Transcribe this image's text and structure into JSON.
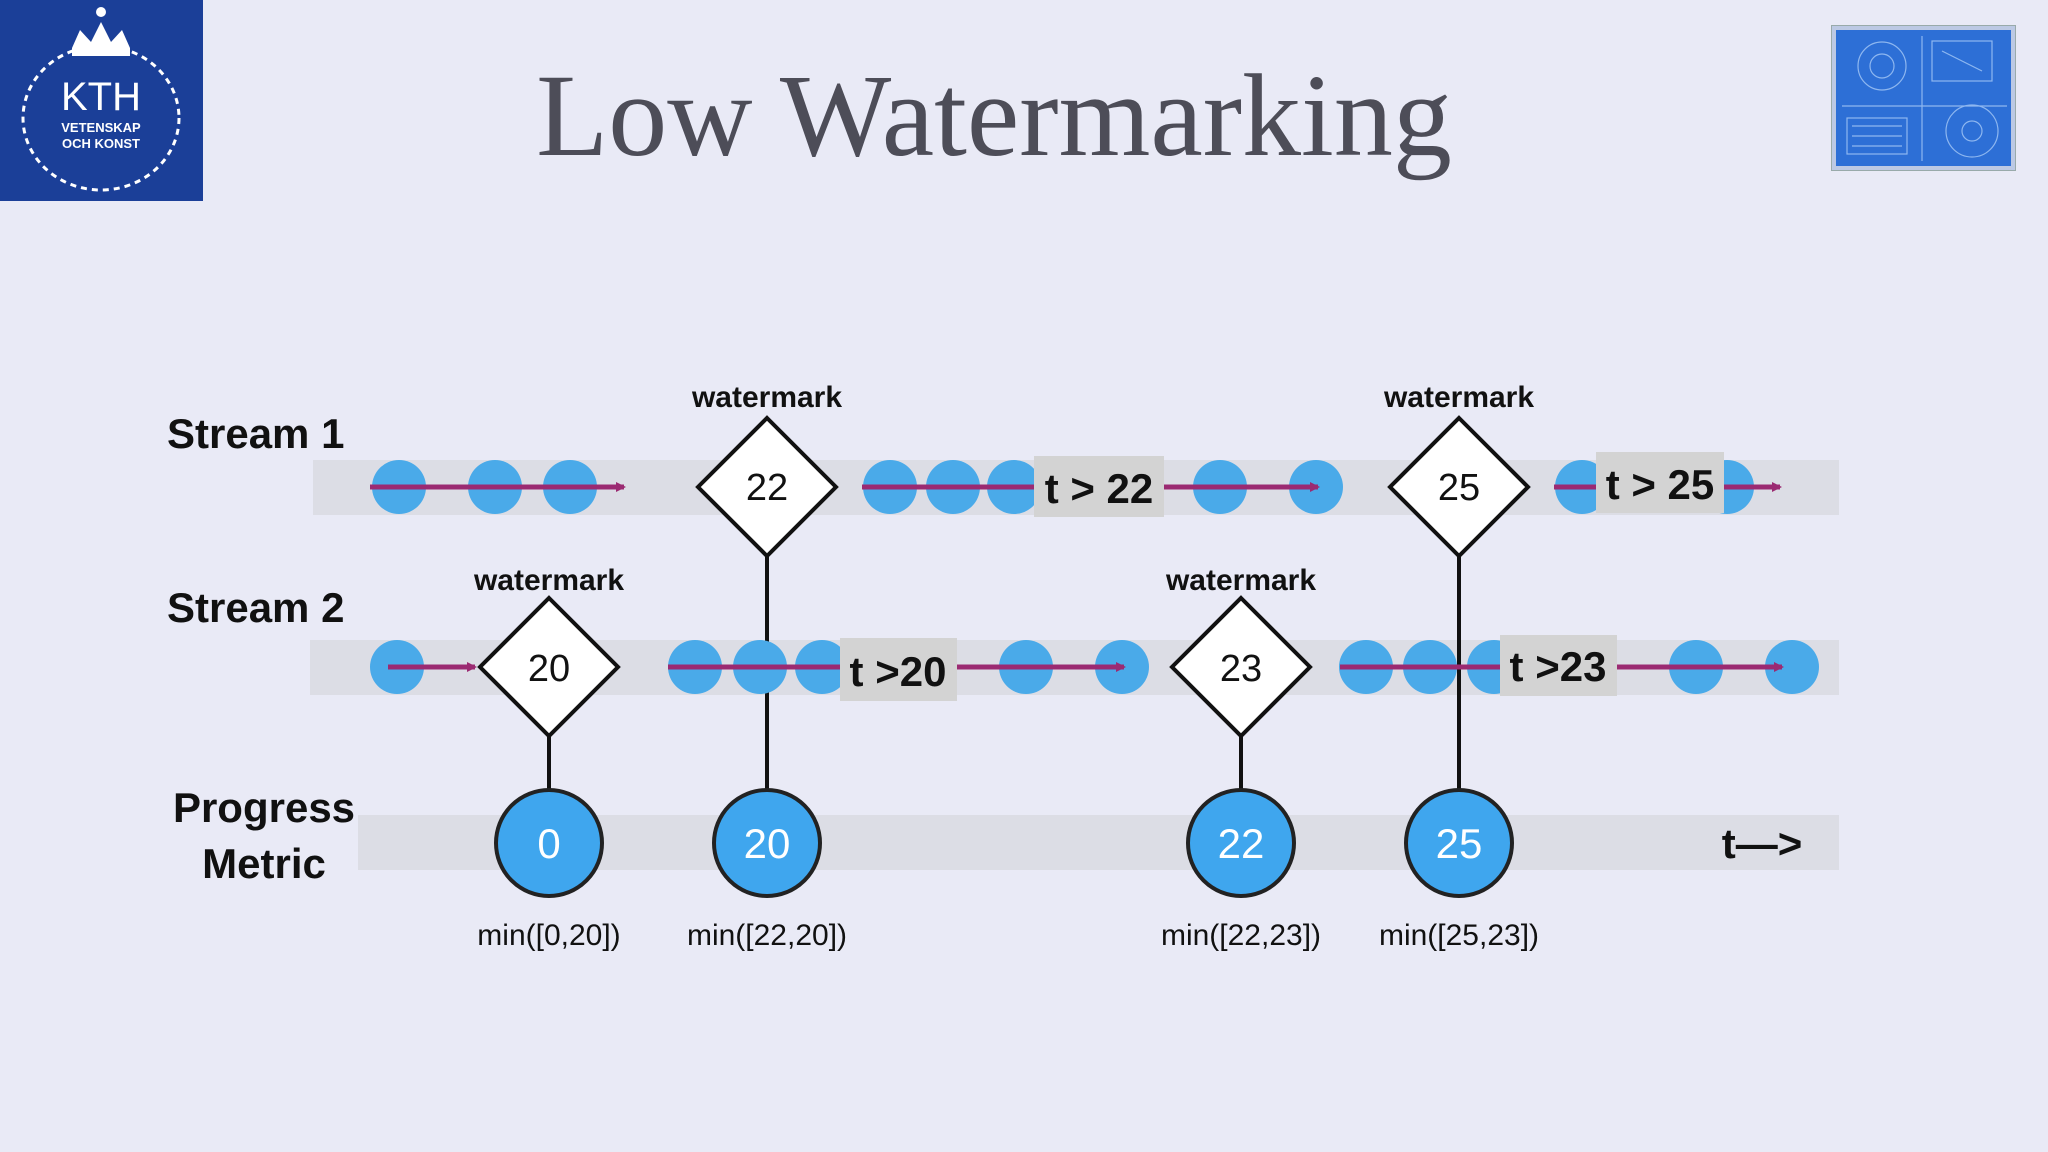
{
  "title": "Low Watermarking",
  "logo": {
    "main": "KTH",
    "sub1": "VETENSKAP",
    "sub2": "OCH KONST"
  },
  "rows": {
    "stream1": "Stream 1",
    "stream2": "Stream 2",
    "progress_line1": "Progress",
    "progress_line2": "Metric"
  },
  "watermark_label": "watermark",
  "stream1_watermarks": [
    "22",
    "25"
  ],
  "stream2_watermarks": [
    "20",
    "23"
  ],
  "stream1_conditions": [
    "t > 22",
    "t > 25"
  ],
  "stream2_conditions": [
    "t >20",
    "t >23"
  ],
  "progress_values": [
    "0",
    "20",
    "22",
    "25"
  ],
  "progress_formulas": [
    "min([0,20])",
    "min([22,20])",
    "min([22,23])",
    "min([25,23])"
  ],
  "time_axis_label": "t—>",
  "colors": {
    "event_dot": "#4aaae9",
    "arrow": "#9b2a72",
    "band": "#dcdde5",
    "condition_box": "#d3d3d3",
    "progress_circle": "#3fa6ee",
    "logo_bg": "#1b3f98"
  }
}
